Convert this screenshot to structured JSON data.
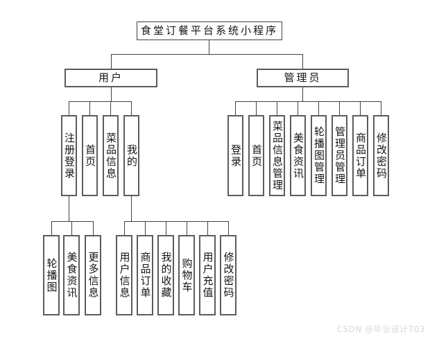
{
  "title": "食堂订餐平台系统小程序",
  "colors": {
    "line": "#3f3f3f",
    "box_border": "#5b5b5b",
    "root_border": "#404040",
    "text": "#141414",
    "watermark": "#d9d9d9",
    "background": "#ffffff"
  },
  "tree": {
    "root": {
      "label": "食堂订餐平台系统小程序"
    },
    "branches": [
      {
        "label": "用户",
        "children": [
          "注册登录",
          "首页",
          "菜品信息",
          "我的"
        ]
      },
      {
        "label": "管理员",
        "children": [
          "登录",
          "首页",
          "菜品信息管理",
          "美食资讯",
          "轮播图管理",
          "管理员管理",
          "商品订单",
          "修改密码"
        ]
      }
    ],
    "sub_branches": [
      {
        "parent": "注册登录",
        "children": [
          "轮播图",
          "美食资讯",
          "更多信息"
        ]
      },
      {
        "parent": "我的",
        "children": [
          "用户信息",
          "商品订单",
          "我的收藏",
          "购物车",
          "用户充值",
          "修改密码"
        ]
      }
    ]
  },
  "watermark": {
    "text": "CSDN @毕业设计703"
  }
}
